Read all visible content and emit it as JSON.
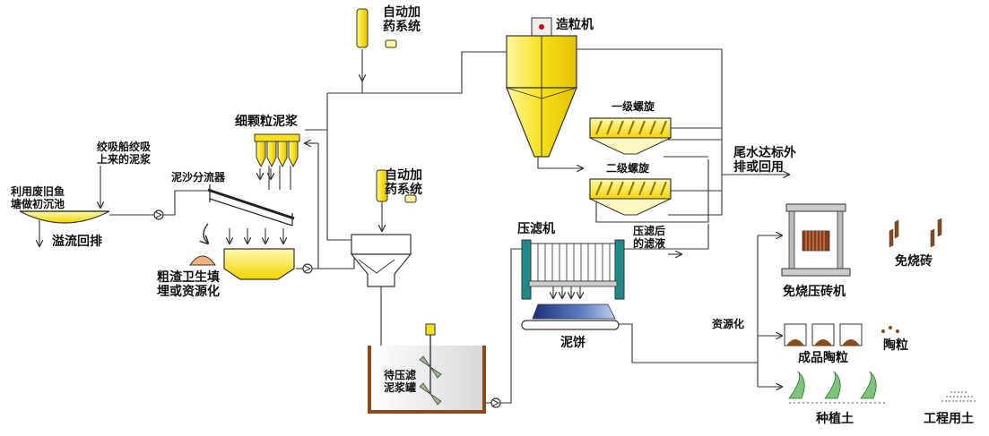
{
  "labels": {
    "auto_dosing_top": [
      "自动加",
      "药系统"
    ],
    "auto_dosing_mid": [
      "自动加",
      "药系统"
    ],
    "granulator": "造粒机",
    "fine_slurry": "细颗粒泥浆",
    "dredger_slurry": [
      "绞吸船绞吸",
      "上来的泥浆"
    ],
    "settling_pond": [
      "利用废旧鱼",
      "塘做初沉池"
    ],
    "sand_separator": "泥沙分流器",
    "overflow_return": "溢流回排",
    "coarse_residue": [
      "粗渣卫生填",
      "埋或资源化"
    ],
    "cyclone_1": "一级螺旋",
    "cyclone_2": "二级螺旋",
    "tailwater": [
      "尾水达标外",
      "排或回用"
    ],
    "filter_press": "压滤机",
    "filtrate": [
      "压滤后",
      "的滤液"
    ],
    "pending_tank": [
      "待压滤",
      "泥浆罐"
    ],
    "mud_cake": "泥饼",
    "recycling": "资源化",
    "brick_press": "免烧压砖机",
    "unfired_brick": "免烧砖",
    "ceramsite_product": "成品陶粒",
    "ceramsite": "陶粒",
    "planting_soil": "种植土",
    "engineering_soil": "工程用土"
  },
  "colors": {
    "equipment_yellow": "#f7e01a",
    "equipment_light": "#fff7a0",
    "tank_brown": "#8b4a1a",
    "press_frame": "#1f8a8a",
    "line": "#333333"
  }
}
